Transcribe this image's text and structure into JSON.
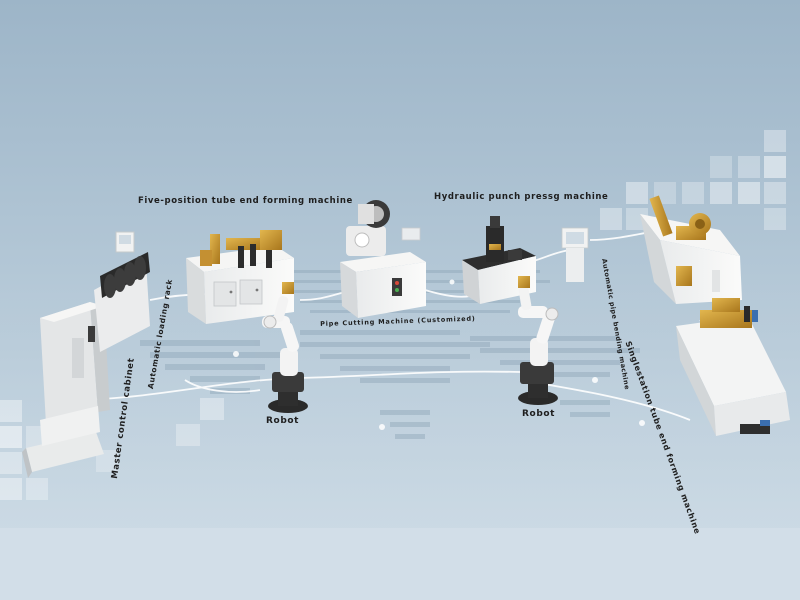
{
  "labels": {
    "five_position": "Five-position tube end forming machine",
    "hydraulic": "Hydraulic punch pressg machine",
    "pipe_cutting": "Pipe Cutting Machine (Customized)",
    "robot_1": "Robot",
    "robot_2": "Robot",
    "master_cabinet": "Master control cabinet",
    "loading_rack": "Automatic loading rack",
    "pipe_bending": "Automatic pipe bending machine",
    "single_station": "Singlestation tube end forming machine"
  },
  "colors": {
    "background_top": "#a9bfd0",
    "background_bottom": "#d4e0ea",
    "floor": "#b8ccdb",
    "machine_body": "#f4f4f2",
    "machine_shadow": "#cfd3d6",
    "gold": "#c9952e",
    "dark": "#2a2a2a",
    "cable": "#ffffff",
    "label_text": "#1e1e1e"
  }
}
